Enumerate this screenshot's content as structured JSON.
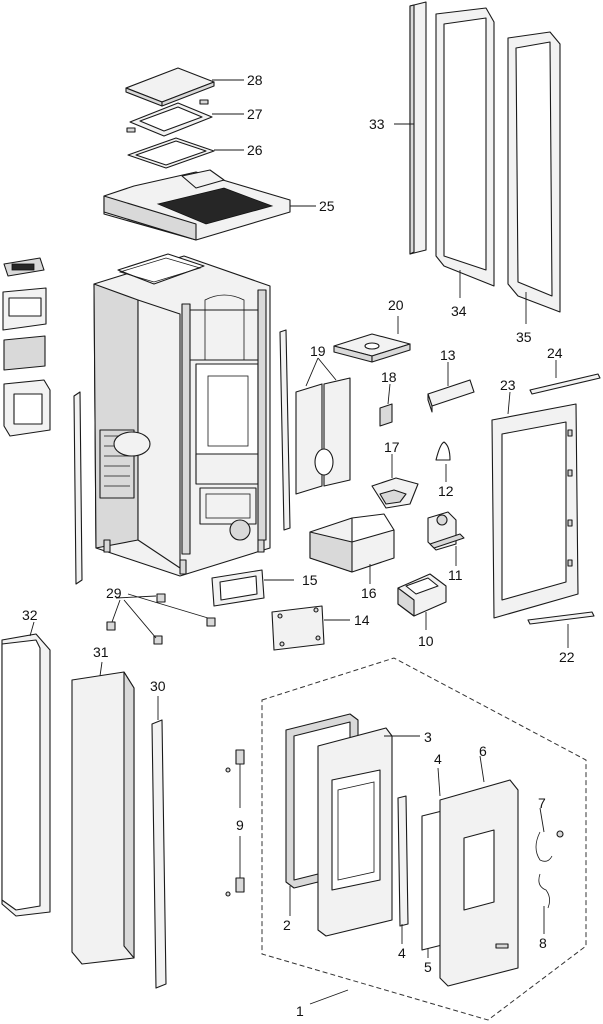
{
  "callouts": [
    {
      "label": "1"
    },
    {
      "label": "2"
    },
    {
      "label": "3"
    },
    {
      "label": "4"
    },
    {
      "label": "4"
    },
    {
      "label": "5"
    },
    {
      "label": "6"
    },
    {
      "label": "7"
    },
    {
      "label": "8"
    },
    {
      "label": "9"
    },
    {
      "label": "10"
    },
    {
      "label": "11"
    },
    {
      "label": "12"
    },
    {
      "label": "13"
    },
    {
      "label": "14"
    },
    {
      "label": "15"
    },
    {
      "label": "16"
    },
    {
      "label": "17"
    },
    {
      "label": "18"
    },
    {
      "label": "19"
    },
    {
      "label": "20"
    },
    {
      "label": "22"
    },
    {
      "label": "23"
    },
    {
      "label": "24"
    },
    {
      "label": "25"
    },
    {
      "label": "26"
    },
    {
      "label": "27"
    },
    {
      "label": "28"
    },
    {
      "label": "29"
    },
    {
      "label": "30"
    },
    {
      "label": "31"
    },
    {
      "label": "32"
    },
    {
      "label": "33"
    },
    {
      "label": "34"
    },
    {
      "label": "35"
    }
  ]
}
